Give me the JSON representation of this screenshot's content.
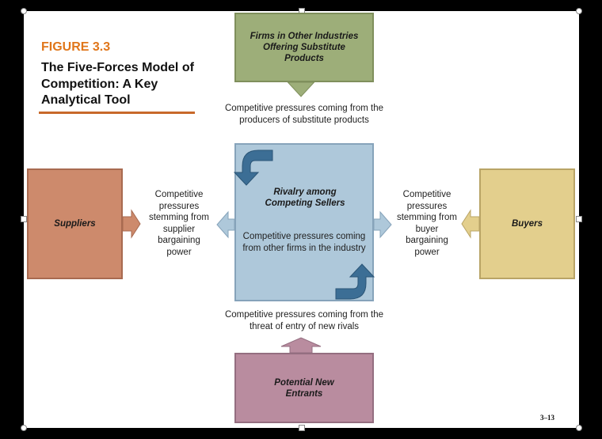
{
  "figure": {
    "number": "FIGURE 3.3",
    "title": "The Five-Forces Model of Competition: A Key Analytical Tool"
  },
  "forces": {
    "substitutes": {
      "label": "Firms in Other Industries Offering Substitute Products",
      "color": "#9dae79"
    },
    "suppliers": {
      "label": "Suppliers",
      "color": "#cd8a6c"
    },
    "rivalry": {
      "label": "Rivalry among Competing Sellers",
      "color": "#aec8da"
    },
    "buyers": {
      "label": "Buyers",
      "color": "#e3cf8d"
    },
    "entrants": {
      "label": "Potential New Entrants",
      "color": "#b98c9f"
    }
  },
  "pressures": {
    "substitutes": "Competitive pressures coming from the producers of substitute products",
    "suppliers": "Competitive pressures stemming from supplier bargaining power",
    "rivals": "Competitive pressures coming from other firms in the industry",
    "buyers": "Competitive pressures stemming from buyer bargaining power",
    "entrants": "Competitive pressures coming from the threat of entry of new rivals"
  },
  "page_number": "3–13"
}
